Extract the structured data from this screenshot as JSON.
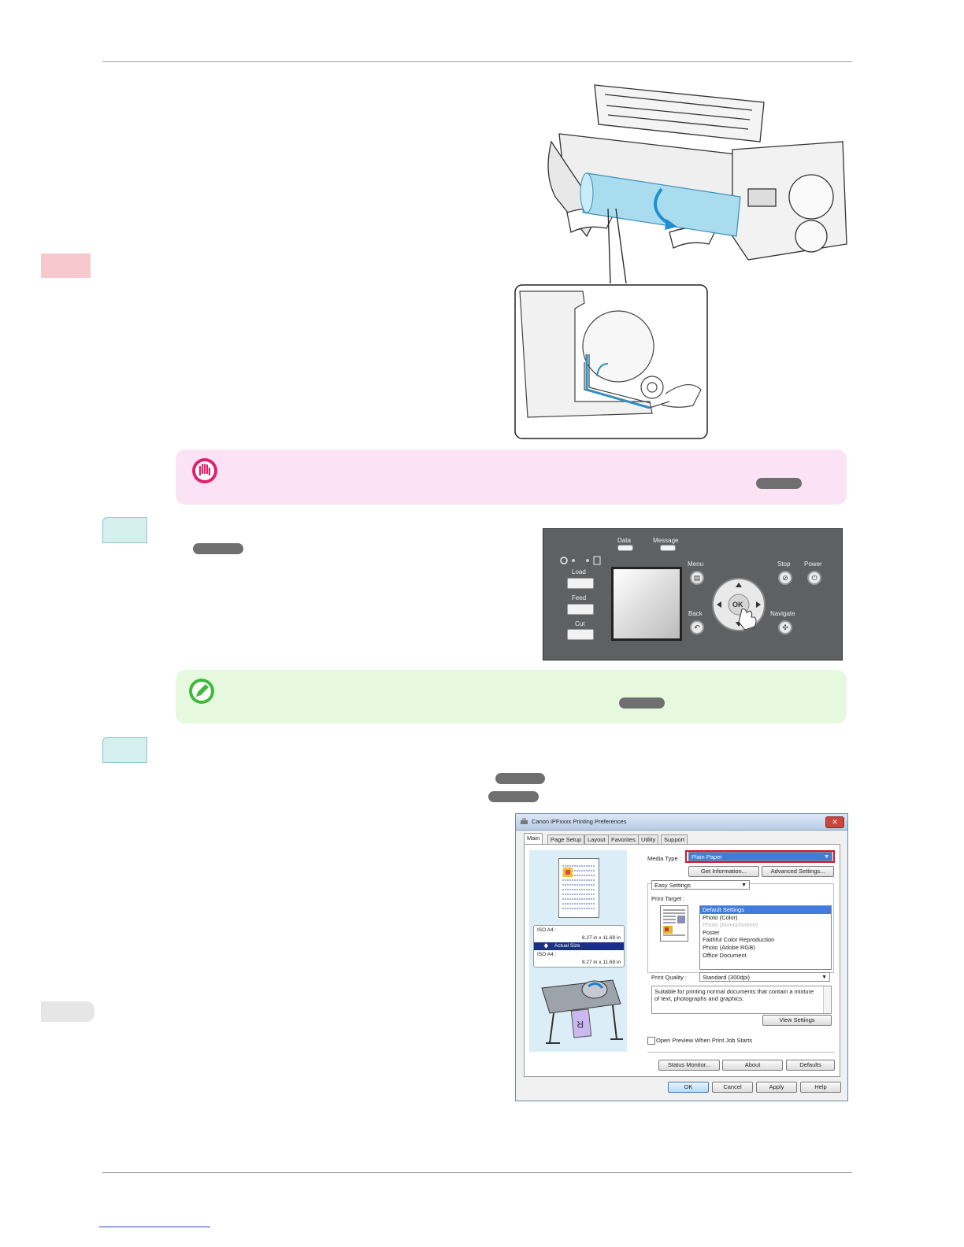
{
  "callouts": {
    "important_icon": "hand-stop-icon",
    "note_icon": "pencil-note-icon"
  },
  "control_panel": {
    "labels": {
      "data": "Data",
      "message": "Message",
      "menu": "Menu",
      "stop": "Stop",
      "power": "Power",
      "load": "Load",
      "feed": "Feed",
      "cut": "Cut",
      "back": "Back",
      "navigate": "Navigate",
      "ok": "OK"
    }
  },
  "dialog": {
    "title": "Canon iPFxxxx Printing Preferences",
    "close": "✕",
    "tabs": [
      "Main",
      "Page Setup",
      "Layout",
      "Favorites",
      "Utility",
      "Support"
    ],
    "media_type_label": "Media Type :",
    "media_type_value": "Plain Paper",
    "get_information": "Get Information...",
    "advanced_settings": "Advanced Settings...",
    "easy_settings": "Easy Settings",
    "print_target_label": "Print Target :",
    "print_targets": [
      "Default Settings",
      "Photo (Color)",
      "Photo (Monochrome)",
      "Poster",
      "Faithful Color Reproduction",
      "Photo (Adobe RGB)",
      "Office Document"
    ],
    "print_quality_label": "Print Quality :",
    "print_quality_value": "Standard (300dpi)",
    "description": "Suitable for printing normal documents that contain a mixture of text, photographs and graphics.",
    "view_settings": "View Settings",
    "open_preview": "Open Preview When Print Job Starts",
    "status_monitor": "Status Monitor...",
    "about": "About",
    "defaults": "Defaults",
    "ok": "OK",
    "cancel": "Cancel",
    "apply": "Apply",
    "help": "Help",
    "preview": {
      "size1": "ISO A4 :",
      "dim1": "8.27 in x 11.69 in",
      "actual": "Actual Size",
      "size2": "ISO A4 :",
      "dim2": "8.27 in x 11.69 in"
    }
  }
}
